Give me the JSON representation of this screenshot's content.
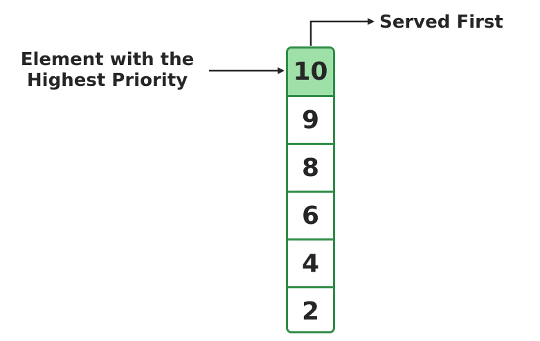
{
  "queue": {
    "elements": [
      "10",
      "9",
      "8",
      "6",
      "4",
      "2"
    ]
  },
  "labels": {
    "highest_line1": "Element with the",
    "highest_line2": "Highest Priority",
    "served_first": "Served First"
  },
  "colors": {
    "border": "#2f8d46",
    "top_fill": "#9fdfa8",
    "text": "#262626"
  }
}
